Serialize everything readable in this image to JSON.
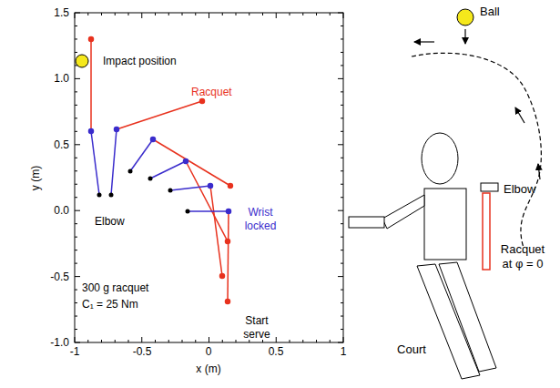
{
  "diagram": {
    "labels": [
      "1.5",
      "1.0",
      "0.5",
      "0.0",
      "-0.5",
      "-1.0",
      "-1",
      "-0.5",
      "0",
      "0.5",
      "1",
      "y (m)",
      "x (m)",
      "Impact position",
      "Racquet",
      "Elbow",
      "Wrist locked",
      "300 g racquet",
      "C₁ = 25 Nm",
      "Start serve",
      "Ball",
      "Elbow",
      "Racquet at φ = 0",
      "Court"
    ]
  }
}
